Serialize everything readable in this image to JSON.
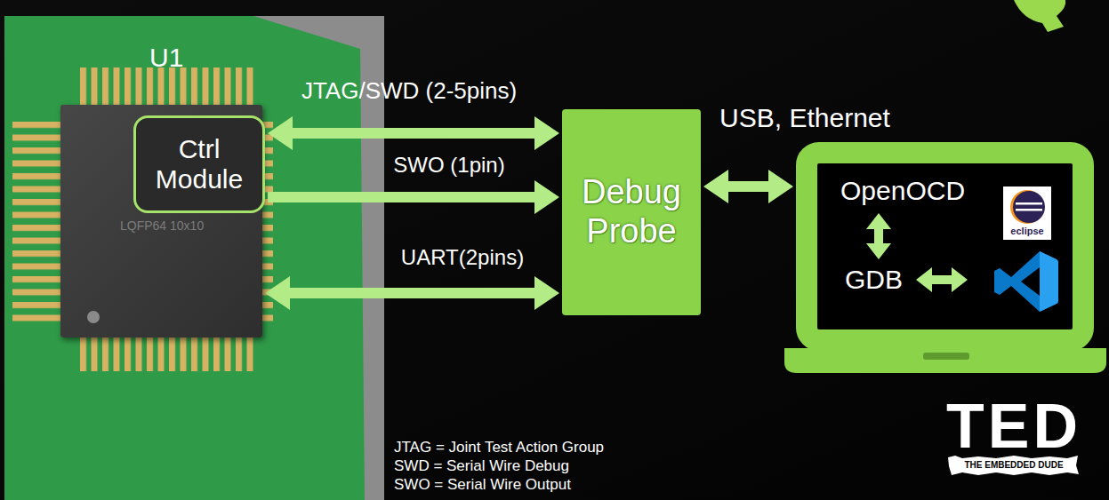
{
  "diagram": {
    "nodes": [
      {
        "text": [
          "U1",
          "LQFP64 10x10"
        ]
      },
      {
        "text": [
          "Ctrl Module"
        ],
        "in": 0
      },
      {
        "text": [
          "Debug Probe"
        ]
      },
      {
        "text": [
          "OpenOCD",
          "GDB"
        ]
      },
      {
        "text": [
          "eclipse"
        ],
        "in": 3
      }
    ],
    "edges": [
      {
        "from": 1,
        "to": 2,
        "label": "JTAG/SWD (2-5pins)",
        "arrow": "both"
      },
      {
        "from": 1,
        "to": 2,
        "label": "SWO (1pin)",
        "arrow": "to"
      },
      {
        "from": 0,
        "to": 2,
        "label": "UART(2pins)",
        "arrow": "both"
      },
      {
        "from": 2,
        "to": 3,
        "label": "USB, Ethernet",
        "arrow": "both"
      }
    ],
    "labels": [
      "JTAG = Joint Test Action Group",
      "SWD = Serial Wire Debug",
      "SWO = Serial Wire Output",
      "TED",
      "THE EMBEDDED DUDE"
    ]
  }
}
